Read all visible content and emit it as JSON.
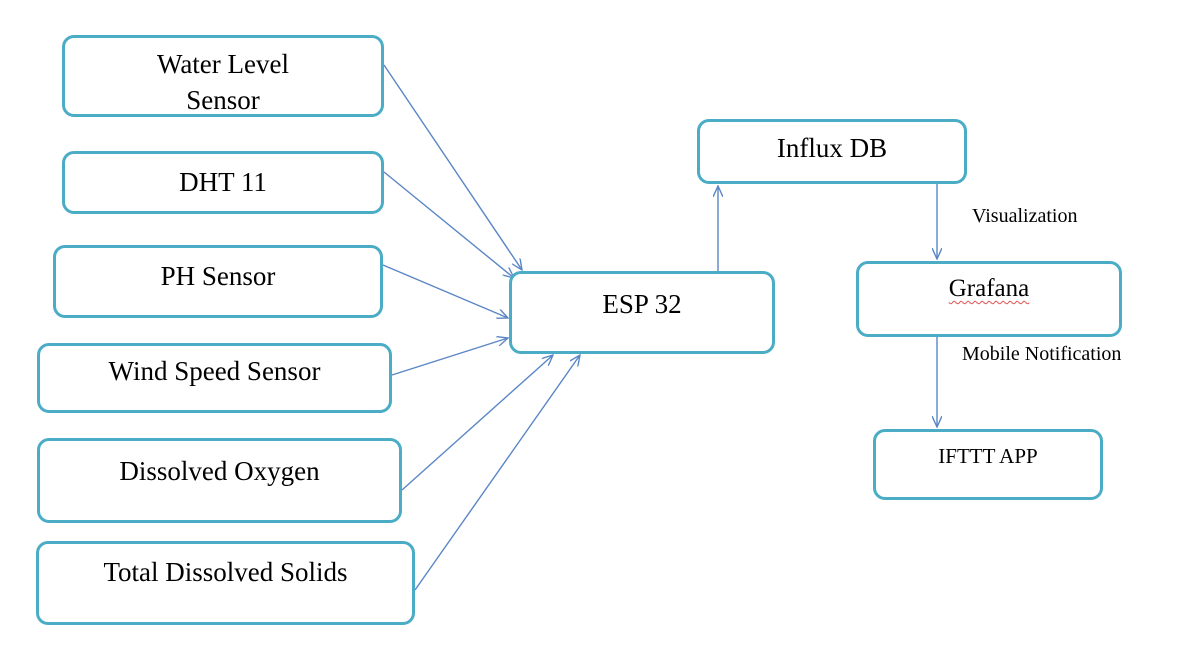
{
  "diagram": {
    "nodes": {
      "water_level": "Water Level\nSensor",
      "dht": "DHT 11",
      "ph": "PH Sensor",
      "wind": "Wind Speed Sensor",
      "dissolved_oxygen": "Dissolved Oxygen",
      "tds": "Total Dissolved Solids",
      "esp": "ESP 32",
      "influx": "Influx DB",
      "grafana": "Grafana",
      "ifttt": "IFTTT APP"
    },
    "edge_labels": {
      "visualization": "Visualization",
      "mobile_notification": "Mobile Notification"
    },
    "edges": [
      {
        "from": "water_level",
        "to": "esp"
      },
      {
        "from": "dht",
        "to": "esp"
      },
      {
        "from": "ph",
        "to": "esp"
      },
      {
        "from": "wind",
        "to": "esp"
      },
      {
        "from": "dissolved_oxygen",
        "to": "esp"
      },
      {
        "from": "tds",
        "to": "esp"
      },
      {
        "from": "esp",
        "to": "influx"
      },
      {
        "from": "influx",
        "to": "grafana",
        "label": "visualization"
      },
      {
        "from": "grafana",
        "to": "ifttt",
        "label": "mobile_notification"
      }
    ],
    "colors": {
      "box_border": "#4bacc6",
      "arrow": "#5b86c5"
    }
  }
}
